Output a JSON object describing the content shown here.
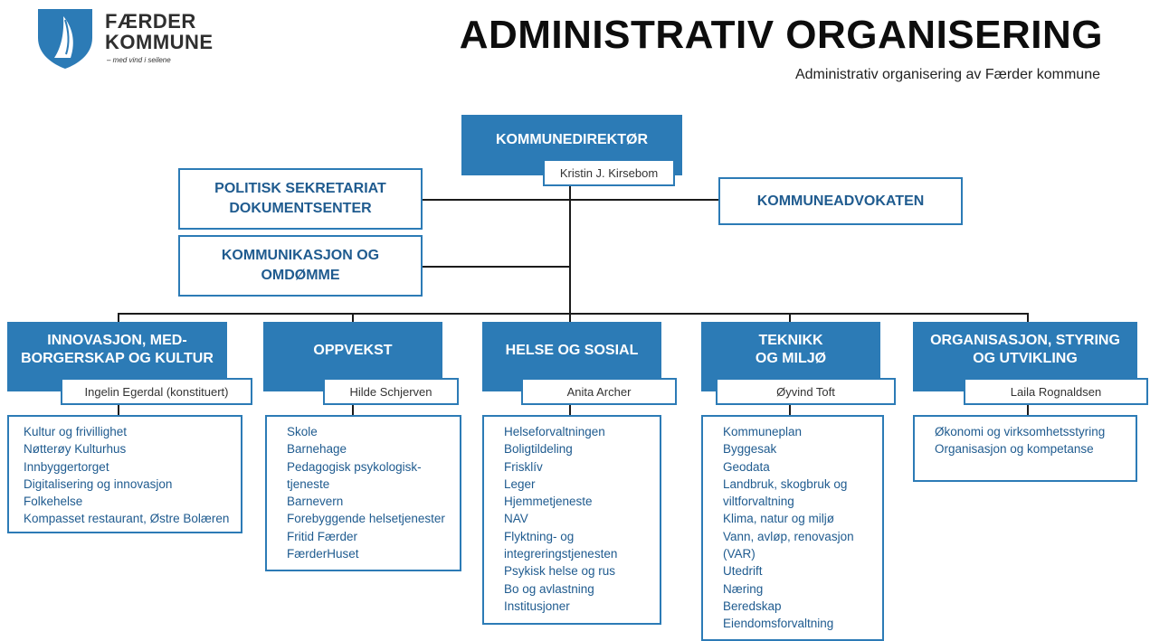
{
  "logo": {
    "line1": "FÆRDER",
    "line2": "KOMMUNE",
    "tagline": "– med vind i seilene"
  },
  "header": {
    "title": "ADMINISTRATIV ORGANISERING",
    "subtitle": "Administrativ organisering av Færder kommune"
  },
  "director": {
    "title": "KOMMUNEDIREKTØR",
    "name": "Kristin J. Kirsebom"
  },
  "staff": {
    "politisk_line1": "POLITISK SEKRETARIAT",
    "politisk_line2": "DOKUMENTSENTER",
    "kommunikasjon_line1": "KOMMUNIKASJON OG",
    "kommunikasjon_line2": "OMDØMME",
    "advokat": "KOMMUNEADVOKATEN"
  },
  "divisions": [
    {
      "title_line1": "INNOVASJON, MED-",
      "title_line2": "BORGERSKAP OG KULTUR",
      "leader": "Ingelin Egerdal (konstituert)",
      "items": [
        "Kultur og frivillighet",
        "Nøtterøy Kulturhus",
        "Innbyggertorget",
        "Digitalisering og innovasjon",
        "Folkehelse",
        "Kompasset restaurant, Østre Bolæren"
      ]
    },
    {
      "title_line1": "OPPVEKST",
      "title_line2": "",
      "leader": "Hilde Schjerven",
      "items": [
        "Skole",
        "Barnehage",
        "Pedagogisk psykologisk-tjeneste",
        "Barnevern",
        "Forebyggende helsetjenester",
        "Fritid Færder",
        "FærderHuset"
      ]
    },
    {
      "title_line1": "HELSE OG SOSIAL",
      "title_line2": "",
      "leader": "Anita Archer",
      "items": [
        "Helseforvaltningen",
        "Boligtildeling",
        "Frisklív",
        "Leger",
        "Hjemmetjeneste",
        "NAV",
        "Flyktning- og integreringstjenesten",
        "Psykisk helse og rus",
        "Bo og avlastning",
        "Institusjoner"
      ]
    },
    {
      "title_line1": "TEKNIKK",
      "title_line2": "OG MILJØ",
      "leader": "Øyvind Toft",
      "items": [
        "Kommuneplan",
        "Byggesak",
        "Geodata",
        "Landbruk, skogbruk og viltforvaltning",
        "Klima, natur og miljø",
        "Vann, avløp, renovasjon (VAR)",
        "Utedrift",
        "Næring",
        "Beredskap",
        "Eiendomsforvaltning"
      ]
    },
    {
      "title_line1": "ORGANISASJON, STYRING",
      "title_line2": "OG UTVIKLING",
      "leader": "Laila Rognaldsen",
      "items": [
        "Økonomi og virksomhetsstyring",
        "Organisasjon og kompetanse"
      ]
    }
  ],
  "colors": {
    "accent": "#2c7bb6",
    "text": "#1f5b8f",
    "line": "#1b1b1b"
  }
}
